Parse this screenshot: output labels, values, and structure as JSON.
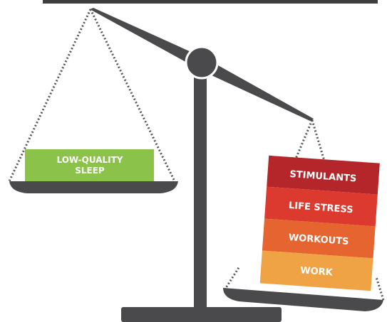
{
  "colors": {
    "beam": "#4a4a4c",
    "green": "#8bc34a",
    "stimulants": "#b5262b",
    "life_stress": "#dc3a2e",
    "workouts": "#e5642f",
    "work": "#f0a345",
    "chain": "#555555"
  },
  "left_pan": {
    "label_line1": "LOW-QUALITY",
    "label_line2": "SLEEP"
  },
  "right_pan": {
    "items": [
      "STIMULANTS",
      "LIFE STRESS",
      "WORKOUTS",
      "WORK"
    ]
  }
}
